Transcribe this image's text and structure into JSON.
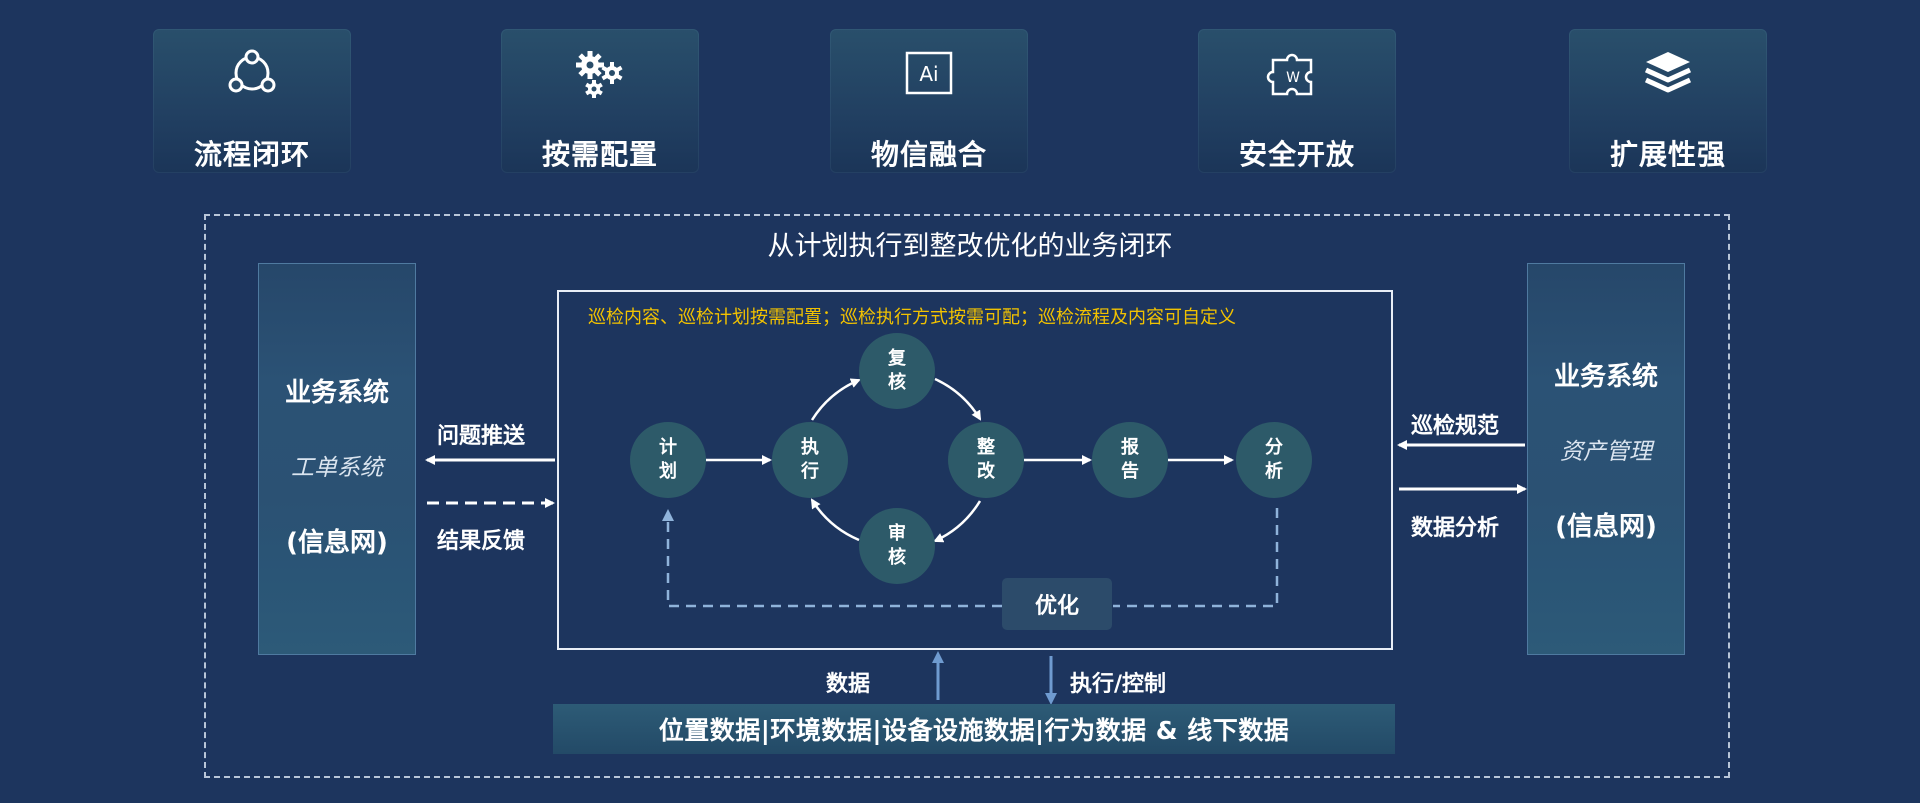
{
  "features": [
    {
      "label": "流程闭环",
      "icon": "cycle-icon"
    },
    {
      "label": "按需配置",
      "icon": "gears-icon"
    },
    {
      "label": "物信融合",
      "icon": "ai-icon",
      "icon_text": "Ai"
    },
    {
      "label": "安全开放",
      "icon": "puzzle-icon",
      "icon_text": "W"
    },
    {
      "label": "扩展性强",
      "icon": "layers-icon"
    }
  ],
  "main_title": "从计划执行到整改优化的业务闭环",
  "left_system": {
    "title": "业务系统",
    "subtitle": "工单系统",
    "network": "(信息网)",
    "push_label": "问题推送",
    "feedback_label": "结果反馈"
  },
  "right_system": {
    "title": "业务系统",
    "subtitle": "资产管理",
    "network": "(信息网)",
    "spec_label": "巡检规范",
    "analysis_label": "数据分析"
  },
  "loop": {
    "note": "巡检内容、巡检计划按需配置；巡检执行方式按需可配；巡检流程及内容可自定义",
    "nodes": {
      "plan": [
        "计",
        "划"
      ],
      "execute": [
        "执",
        "行"
      ],
      "recheck": [
        "复",
        "核"
      ],
      "audit": [
        "审",
        "核"
      ],
      "rectify": [
        "整",
        "改"
      ],
      "report": [
        "报",
        "告"
      ],
      "analyze": [
        "分",
        "析"
      ]
    },
    "optimize": "优化"
  },
  "bottom": {
    "data_label": "数据",
    "control_label": "执行/控制",
    "bar": "位置数据|环境数据|设备设施数据|行为数据  &  线下数据"
  },
  "colors": {
    "background": "#1d355e",
    "node": "#2d5a69",
    "note": "#f2c200",
    "arrow_blue": "#6f9bd0"
  }
}
